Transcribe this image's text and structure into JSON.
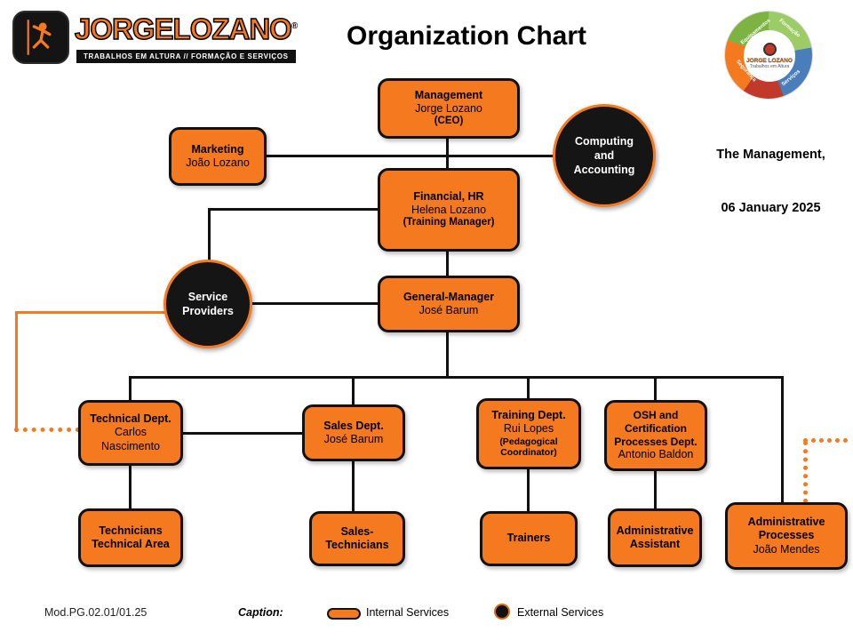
{
  "page": {
    "title": "Organization Chart"
  },
  "logo": {
    "brand": "JORGELOZANO",
    "registered": "®",
    "tagline": "TRABALHOS EM ALTURA // FORMAÇÃO E SERVIÇOS"
  },
  "badge": {
    "brand": "JORGE LOZANO",
    "subtitle": "Trabalhos em Altura",
    "segments": [
      "Equipamentos",
      "Formação",
      "Serviços",
      "Segurança"
    ]
  },
  "side_note": {
    "line1": "The Management,",
    "line2": "06 January 2025"
  },
  "nodes": {
    "management": {
      "title": "Management",
      "name": "Jorge Lozano",
      "role": "(CEO)"
    },
    "marketing": {
      "title": "Marketing",
      "name": "João Lozano"
    },
    "computing": {
      "title": "Computing and Accounting"
    },
    "financial": {
      "title": "Financial, HR",
      "name": "Helena Lozano",
      "role": "(Training Manager)"
    },
    "service_providers": {
      "title": "Service Providers"
    },
    "general_manager": {
      "title": "General-Manager",
      "name": "José Barum"
    },
    "technical": {
      "title": "Technical Dept.",
      "name": "Carlos Nascimento"
    },
    "sales": {
      "title": "Sales Dept.",
      "name": "José Barum"
    },
    "training": {
      "title": "Training Dept.",
      "name": "Rui Lopes",
      "role": "(Pedagogical Coordinator)"
    },
    "osh": {
      "title": "OSH and Certification Processes Dept.",
      "name": "Antonio Baldon"
    },
    "technicians": {
      "title": "Technicians Technical Area"
    },
    "sales_technicians": {
      "title": "Sales-Technicians"
    },
    "trainers": {
      "title": "Trainers"
    },
    "admin_assistant": {
      "title": "Administrative Assistant"
    },
    "admin_processes": {
      "title": "Administrative Processes",
      "name": "João Mendes"
    }
  },
  "footer": {
    "doc_code": "Mod.PG.02.01/01.25",
    "caption_label": "Caption:",
    "legend_internal": "Internal Services",
    "legend_external": "External Services"
  },
  "colors": {
    "internal_orange": "#F4791F",
    "external_black": "#151515",
    "line_black": "#111111"
  }
}
